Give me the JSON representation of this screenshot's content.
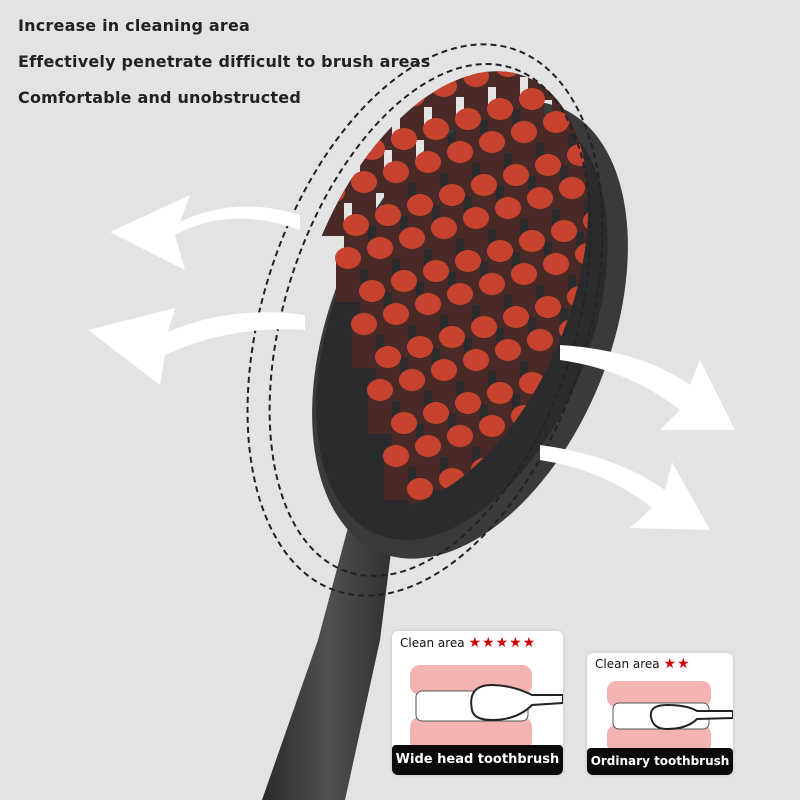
{
  "features": [
    "Increase in cleaning area",
    "Effectively penetrate difficult to brush areas",
    "Comfortable and unobstructed"
  ],
  "comparison": [
    {
      "label": "Clean area",
      "stars": 5,
      "star_text": "★★★★★",
      "title": "Wide head toothbrush"
    },
    {
      "label": "Clean area",
      "stars": 2,
      "star_text": "★★",
      "title": "Ordinary toothbrush"
    }
  ],
  "colors": {
    "background": "#e3e3e3",
    "bristle": "#c8432f",
    "brush_body": "#3a3a3c",
    "gum": "#f4b3b3",
    "star": "#d10000"
  }
}
